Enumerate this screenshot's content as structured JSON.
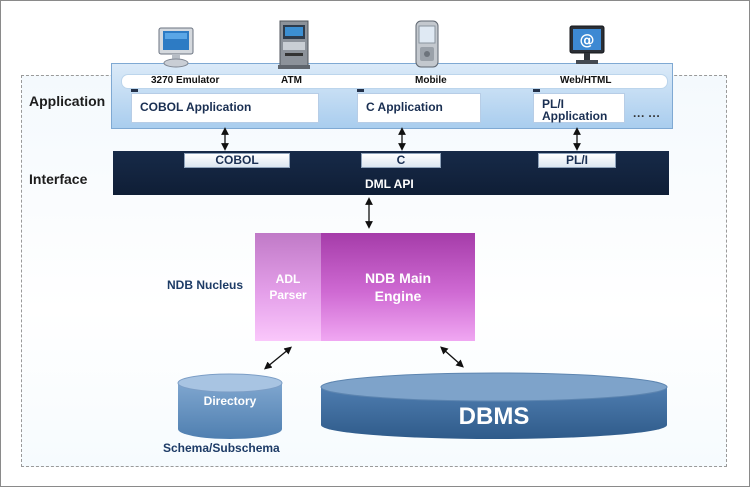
{
  "layers": {
    "application": "Application",
    "interface": "Interface"
  },
  "devices": [
    {
      "label": "3270 Emulator",
      "icon": "monitor-icon"
    },
    {
      "label": "ATM",
      "icon": "atm-icon"
    },
    {
      "label": "Mobile",
      "icon": "mobile-phone-icon"
    },
    {
      "label": "Web/HTML",
      "icon": "web-monitor-icon"
    }
  ],
  "applications": [
    "COBOL Application",
    "C Application",
    "PL/I Application"
  ],
  "more": "··· ···",
  "interfaces": [
    "COBOL",
    "C",
    "PL/I"
  ],
  "dml_api": "DML API",
  "nucleus": {
    "label": "NDB Nucleus",
    "adl_line1": "ADL",
    "adl_line2": "Parser",
    "engine_line1": "NDB Main",
    "engine_line2": "Engine"
  },
  "directory": "Directory",
  "schema": "Schema/Subschema",
  "dbms": "DBMS",
  "colors": {
    "app_band": "#a9cdee",
    "interface_band": "#142541",
    "adl_parser": "#e49fe9",
    "main_engine": "#cf6ad3",
    "cylinder": "#3f6c9c"
  }
}
